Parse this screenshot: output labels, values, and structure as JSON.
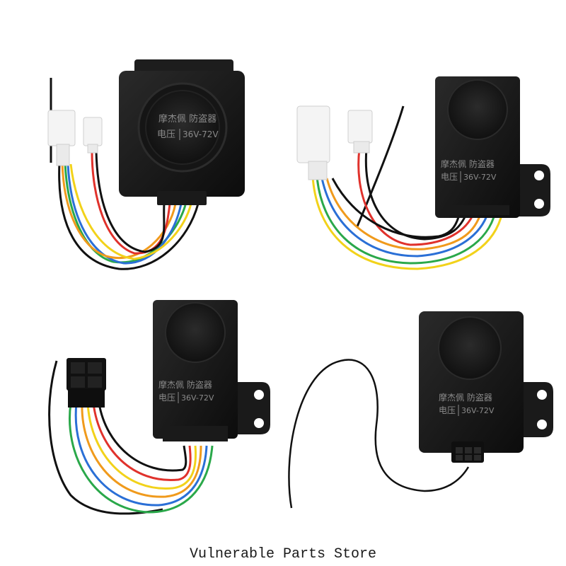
{
  "caption": "Vulnerable Parts Store",
  "device_label": {
    "title": "摩杰佩 防盗器",
    "voltage_label": "电压",
    "voltage_value": "36V-72V"
  },
  "colors": {
    "housing": "#161616",
    "wire_red": "#e0322c",
    "wire_orange": "#f09a1c",
    "wire_yellow": "#f2d21a",
    "wire_green": "#2aa84a",
    "wire_blue": "#2a6fd6",
    "wire_black": "#111111"
  }
}
